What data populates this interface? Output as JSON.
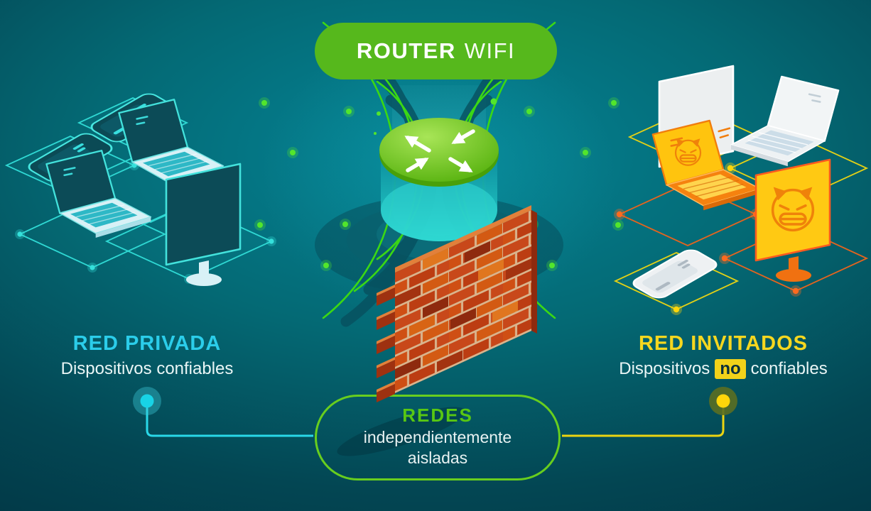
{
  "router_pill": {
    "bold": "ROUTER",
    "regular": "WIFI",
    "background": "#56b81c"
  },
  "private_network": {
    "title": "RED PRIVADA",
    "subtitle": "Dispositivos confiables",
    "accent_color": "#2bcdea"
  },
  "guest_network": {
    "title": "RED INVITADOS",
    "subtitle_prefix": "Dispositivos",
    "subtitle_highlight": "no",
    "subtitle_suffix": "confiables",
    "accent_color": "#f6d71f",
    "warning_color": "#e8651c"
  },
  "isolation_capsule": {
    "heading": "REDES",
    "line1": "independientemente",
    "line2": "aisladas",
    "border_color": "#68ce1e"
  },
  "colors": {
    "background_top": "#058496",
    "background_bottom": "#023947",
    "router_green": "#56b81c",
    "wifi_arc_green": "#3bd814",
    "brick_orange": "#c8481a",
    "private_cyan": "#2bcdea",
    "guest_yellow": "#f6d71f",
    "guest_orange": "#e8651c"
  },
  "icons": {
    "router": "router-icon",
    "firewall": "firewall-brick-wall-icon",
    "wifi_waves": "wifi-waves-icon",
    "private_devices": [
      "smartphone-icon",
      "smartphone-icon",
      "laptop-icon",
      "laptop-icon",
      "monitor-icon"
    ],
    "guest_devices": [
      "monitor-icon",
      "laptop-icon",
      "devil-laptop-icon",
      "devil-monitor-icon",
      "smartphone-icon"
    ]
  }
}
